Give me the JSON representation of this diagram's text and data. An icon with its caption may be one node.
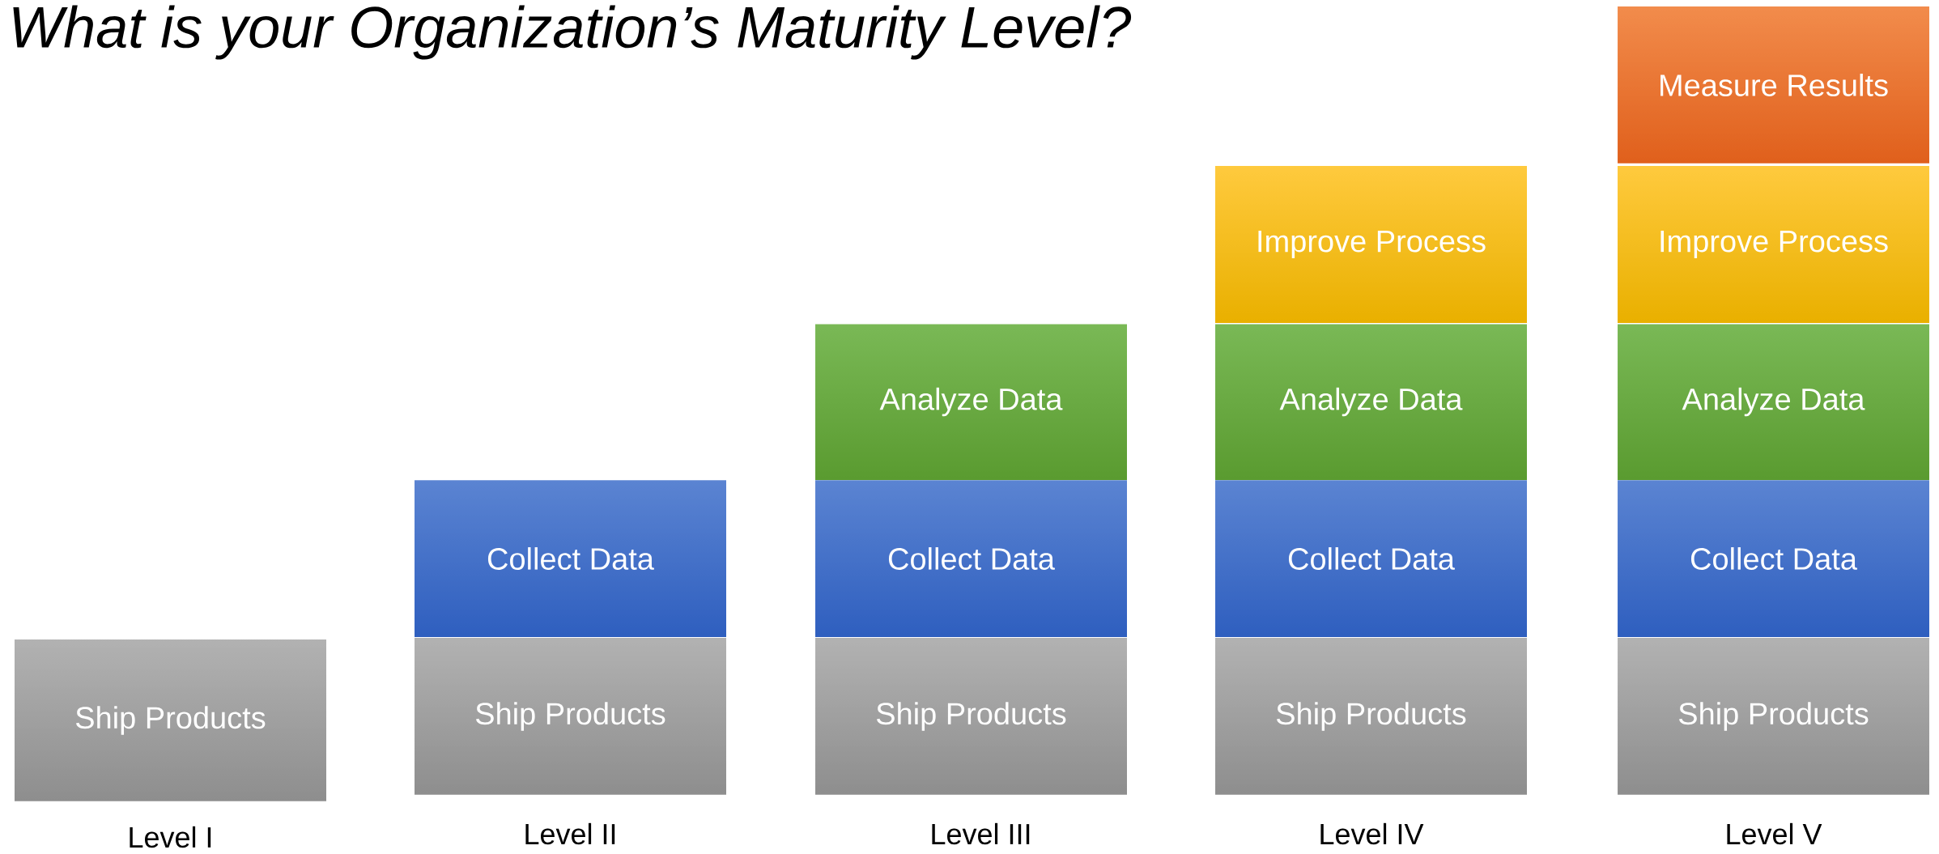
{
  "diagram": {
    "title": "What is your Organization’s Maturity Level?",
    "nodes": [
      {
        "text": [
          "Ship Products"
        ]
      },
      {
        "text": [
          "Collect Data"
        ]
      },
      {
        "text": [
          "Ship Products"
        ]
      },
      {
        "text": [
          "Analyze Data"
        ]
      },
      {
        "text": [
          "Collect Data"
        ]
      },
      {
        "text": [
          "Ship Products"
        ]
      },
      {
        "text": [
          "Improve Process"
        ]
      },
      {
        "text": [
          "Analyze Data"
        ]
      },
      {
        "text": [
          "Collect Data"
        ]
      },
      {
        "text": [
          "Ship Products"
        ]
      },
      {
        "text": [
          "Measure Results"
        ]
      },
      {
        "text": [
          "Improve Process"
        ]
      },
      {
        "text": [
          "Analyze Data"
        ]
      },
      {
        "text": [
          "Collect Data"
        ]
      },
      {
        "text": [
          "Ship Products"
        ]
      }
    ],
    "labels": [
      "Level I",
      "Level II",
      "Level III",
      "Level IV",
      "Level V"
    ]
  }
}
